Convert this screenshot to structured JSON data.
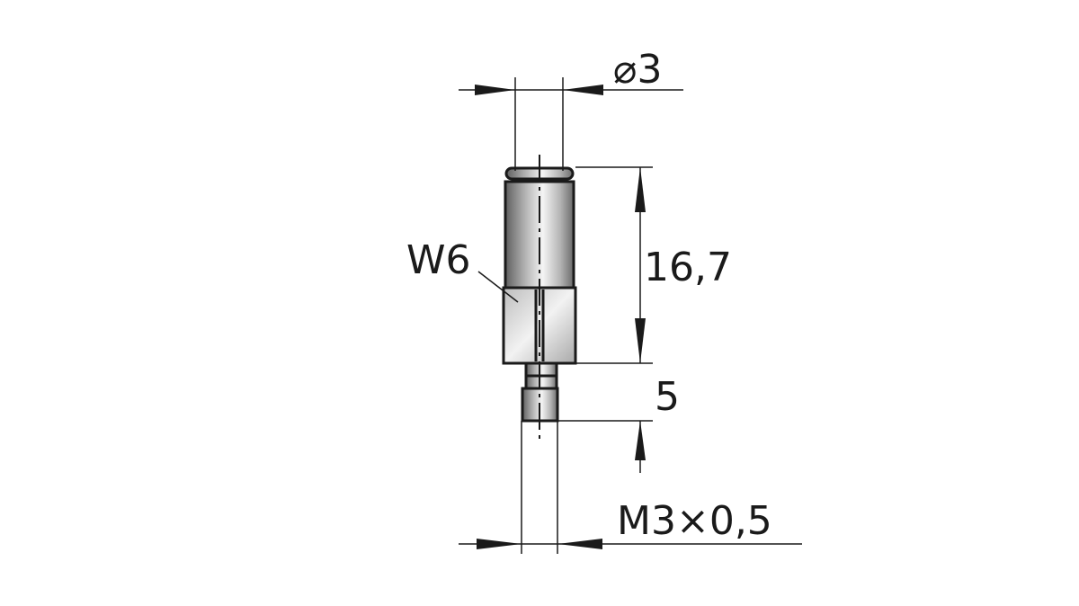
{
  "labels": {
    "diameter": "⌀3",
    "length": "16,7",
    "thread_length": "5",
    "thread": "M3×0,5",
    "wrench_size": "W6"
  },
  "colors": {
    "line": "#1a1a1a",
    "metal_light": "#f2f2f2",
    "metal_dark": "#6e6e6e"
  }
}
